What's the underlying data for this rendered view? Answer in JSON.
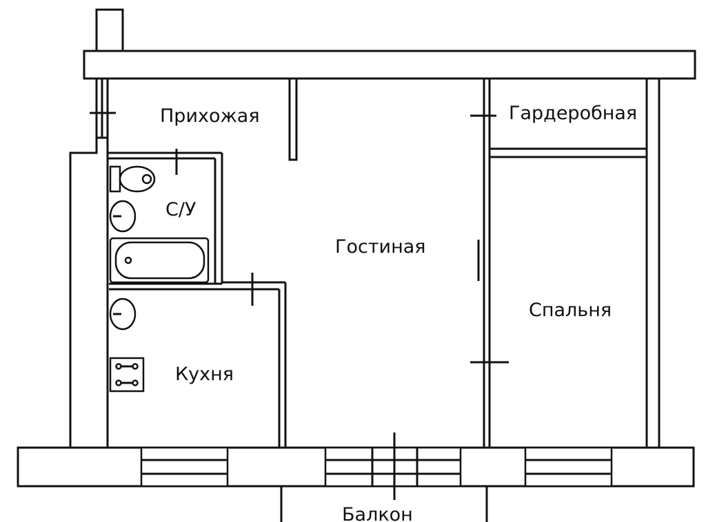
{
  "plan": {
    "rooms": {
      "hallway": "Прихожая",
      "wardrobe": "Гардеробная",
      "bathroom": "С/У",
      "living_room": "Гостиная",
      "bedroom": "Спальня",
      "kitchen": "Кухня",
      "balcony": "Балкон"
    },
    "colors": {
      "line": "#111111",
      "background": "#ffffff"
    }
  }
}
